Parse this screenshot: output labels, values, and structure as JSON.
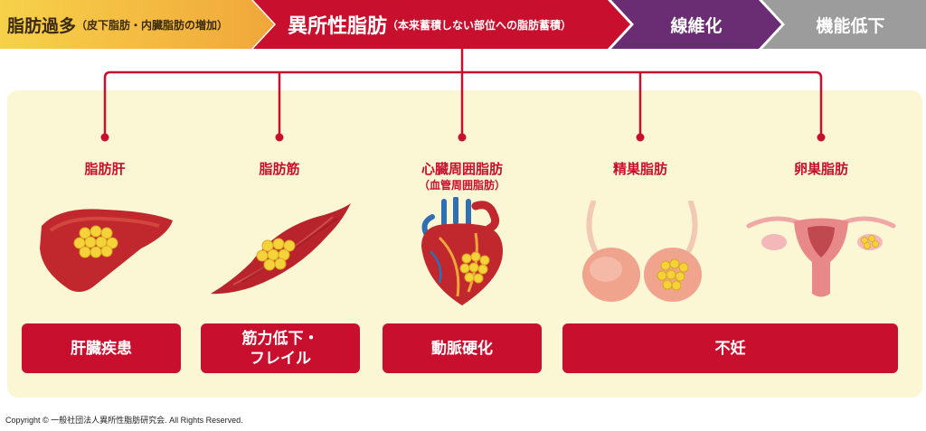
{
  "flow": {
    "step1": {
      "main": "脂肪過多",
      "sub": "（皮下脂肪・内臓脂肪の増加）"
    },
    "step2": {
      "main": "異所性脂肪",
      "sub": "（本来蓄積しない部位への脂肪蓄積）"
    },
    "step3": {
      "main": "線維化"
    },
    "step4": {
      "main": "機能低下"
    }
  },
  "organs": [
    {
      "label": "脂肪肝",
      "icon": "liver-icon"
    },
    {
      "label": "脂肪筋",
      "icon": "muscle-icon"
    },
    {
      "label": "心臓周囲脂肪",
      "sub": "（血管周囲脂肪）",
      "icon": "heart-icon"
    },
    {
      "label": "精巣脂肪",
      "icon": "testis-icon"
    },
    {
      "label": "卵巣脂肪",
      "icon": "uterus-ovary-icon"
    }
  ],
  "diseases": [
    {
      "line1": "肝臓疾患"
    },
    {
      "line1": "筋力低下・",
      "line2": "フレイル"
    },
    {
      "line1": "動脈硬化"
    },
    {
      "line1": "不妊"
    }
  ],
  "colors": {
    "red": "#c8102e",
    "purple": "#6a2c72",
    "gray": "#9c9c9c",
    "orange": "#f0a73a",
    "yellow": "#f7d14a",
    "panel": "#fbf6d3"
  },
  "copyright": "Copyright © 一般社団法人異所性脂肪研究会. All Rights Reserved."
}
